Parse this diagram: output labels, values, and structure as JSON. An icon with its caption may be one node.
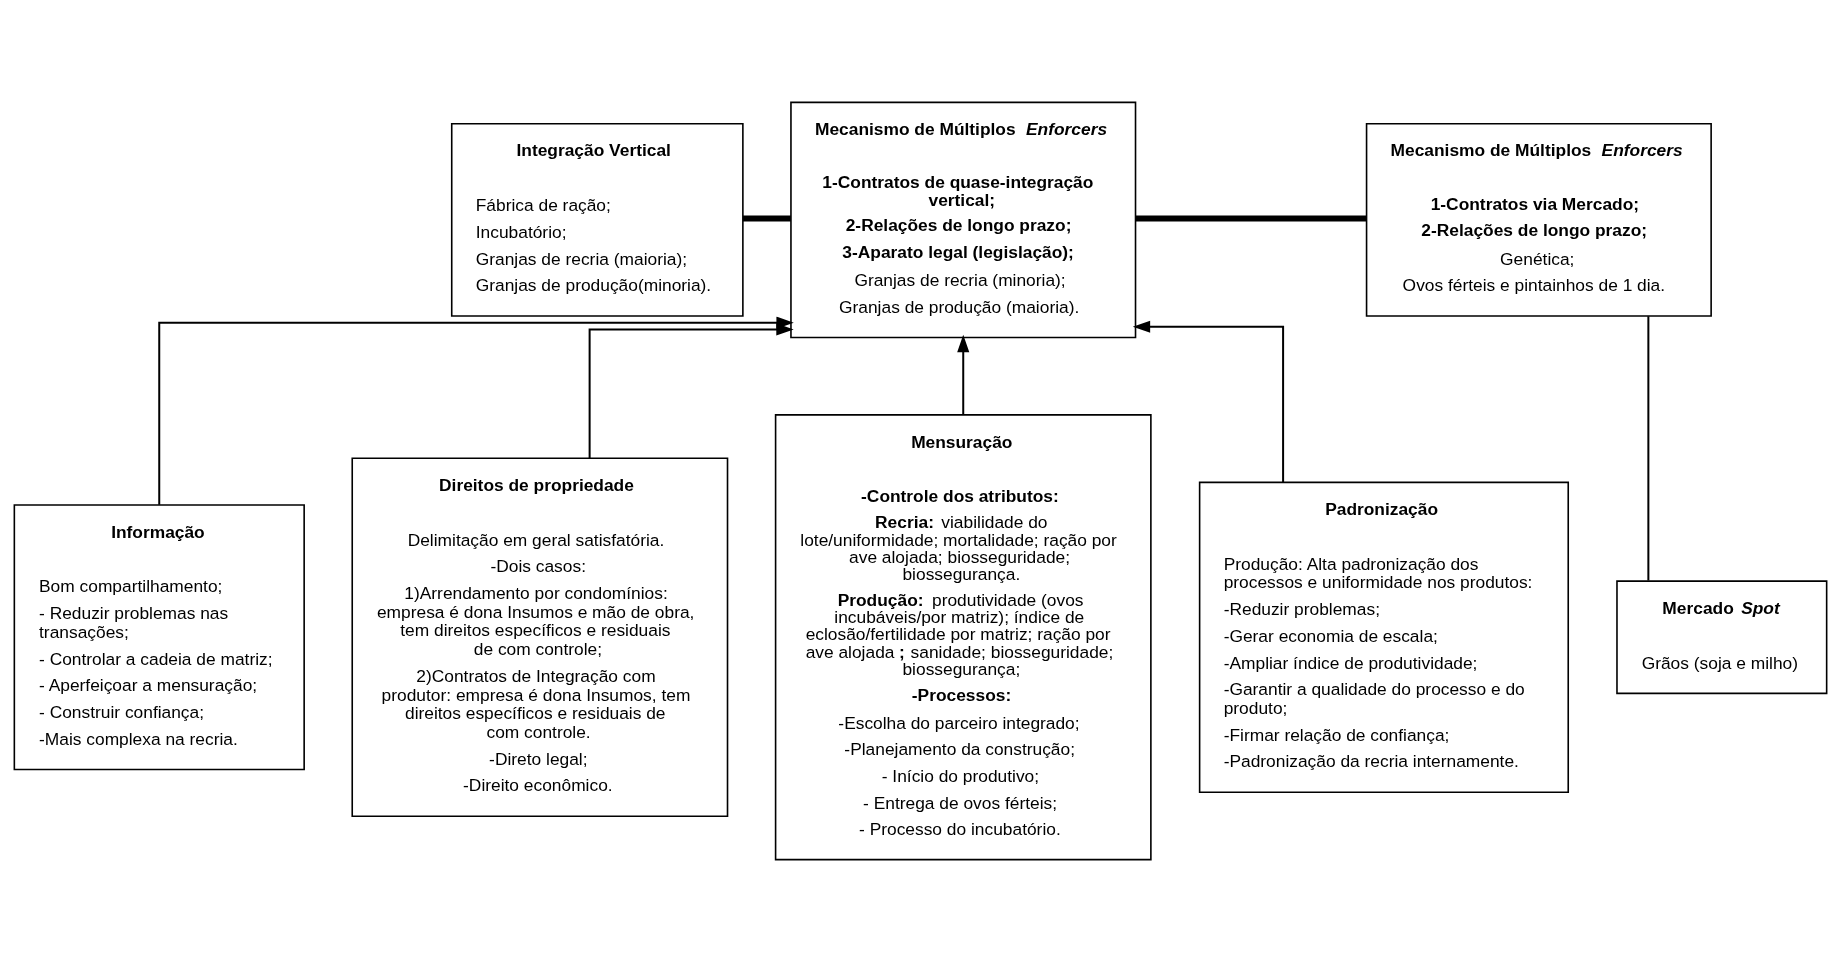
{
  "diagram": {
    "nodes": [
      {
        "text": [
          "Integração Vertical",
          "Fábrica de ração;",
          "Incubatório;",
          "Granjas de recria (maioria);",
          "Granjas de produção(minoria)."
        ]
      },
      {
        "text": [
          "Mecanismo de Múltiplos *Enforcers*",
          "1-Contratos de quase-integração vertical;",
          "2-Relações de longo prazo;",
          "3-Aparato legal (legislação);",
          "Granjas de recria (minoria);",
          "Granjas de produção (maioria)."
        ]
      },
      {
        "text": [
          "Mecanismo de Múltiplos *Enforcers*",
          "1-Contratos via Mercado;",
          "2-Relações de longo prazo;",
          "Genética;",
          "Ovos férteis e pintainhos de 1 dia."
        ]
      },
      {
        "text": [
          "Mercado *Spot*",
          "Grãos (soja e milho)"
        ]
      },
      {
        "text": [
          "Informação",
          "Bom compartilhamento;",
          "- Reduzir problemas nas transações;",
          "- Controlar a cadeia de matriz;",
          "- Aperfeiçoar a mensuração;",
          "- Construir confiança;",
          "-Mais complexa na recria."
        ]
      },
      {
        "text": [
          "Direitos de propriedade",
          "Delimitação em geral satisfatória.",
          "-Dois casos:",
          "1)Arrendamento por condomínios: empresa é dona Insumos e mão de obra, tem direitos específicos e residuais de com controle;",
          "2)Contratos de Integração com produtor: empresa é dona Insumos, tem direitos específicos e residuais de com controle.",
          "-Direto legal;",
          "-Direito econômico."
        ]
      },
      {
        "text": [
          "Mensuração",
          "-Controle dos atributos:",
          "**Recria:** viabilidade do lote/uniformidade; mortalidade; ração por ave alojada; biosseguridade; biossegurança.",
          "**Produção:** produtividade (ovos incubáveis/por matriz); índice de eclosão/fertilidade por matriz; ração por ave alojada**;** sanidade; biosseguridade; biossegurança;",
          "-Processos:",
          "-Escolha do parceiro integrado;",
          "-Planejamento da construção;",
          "- Início do produtivo;",
          "- Entrega de ovos férteis;",
          "- Processo do incubatório."
        ]
      },
      {
        "text": [
          "Padronização",
          "Produção: Alta padronização dos processos e uniformidade nos produtos:",
          "-Reduzir problemas;",
          "-Gerar economia de escala;",
          "-Ampliar índice de produtividade;",
          "-Garantir a qualidade do processo e do produto;",
          "-Firmar relação de confiança;",
          "-Padronização da recria internamente."
        ]
      }
    ],
    "edges": [
      {
        "from": 0,
        "to": 1,
        "arrow": "none",
        "style": "thick"
      },
      {
        "from": 1,
        "to": 2,
        "arrow": "none",
        "style": "thick"
      },
      {
        "from": 2,
        "to": 3,
        "arrow": "none"
      },
      {
        "from": 4,
        "to": 1,
        "arrow": "to"
      },
      {
        "from": 5,
        "to": 1,
        "arrow": "to"
      },
      {
        "from": 6,
        "to": 1,
        "arrow": "to"
      },
      {
        "from": 7,
        "to": 1,
        "arrow": "to"
      }
    ]
  }
}
